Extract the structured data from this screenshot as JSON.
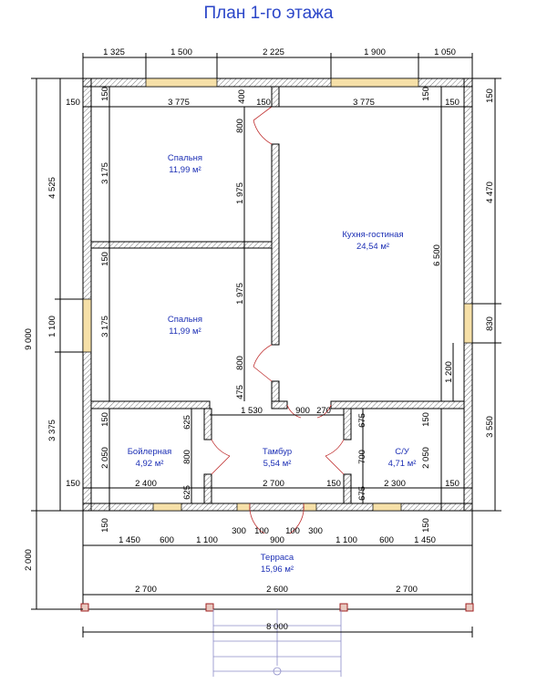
{
  "title": "План 1-го этажа",
  "top_dims": [
    "1 325",
    "1 500",
    "2 225",
    "1 900",
    "1 050"
  ],
  "left_dims": {
    "total": "9 000",
    "a": "4 525",
    "b": "1 100",
    "c": "3 375",
    "terrace": "2 000"
  },
  "right_dims": {
    "a": "4 470",
    "b": "830",
    "c": "3 550",
    "wall_top": "150"
  },
  "inner_dims": {
    "bed1_width": "3 775",
    "living_width": "3 775",
    "wall150": "150",
    "d400": "400",
    "bed1_height": "3 175",
    "bed2_height": "3 175",
    "door800": "800",
    "d1975": "1 975",
    "living_height": "6 500",
    "d1200": "1 200",
    "d475": "475",
    "d1530": "1 530",
    "d900": "900",
    "d270": "270",
    "d625": "625",
    "boiler_height": "2 050",
    "boiler_width": "2 400",
    "vest_width": "2 700",
    "wc_width": "2 300",
    "wc_height": "2 050",
    "d675": "675",
    "d700": "700"
  },
  "terrace_dims": [
    "1 450",
    "600",
    "1 100",
    "300",
    "100",
    "900",
    "100",
    "300",
    "1 100",
    "600",
    "1 450"
  ],
  "bottom_dims": [
    "2 700",
    "2 600",
    "2 700"
  ],
  "total_width": "8 000",
  "rooms": [
    {
      "name": "Спальня",
      "area": "11,99 м²"
    },
    {
      "name": "Спальня",
      "area": "11,99 м²"
    },
    {
      "name": "Кухня-гостиная",
      "area": "24,54 м²"
    },
    {
      "name": "Бойлерная",
      "area": "4,92 м²"
    },
    {
      "name": "Тамбур",
      "area": "5,54 м²"
    },
    {
      "name": "С/У",
      "area": "4,71 м²"
    },
    {
      "name": "Терраса",
      "area": "15,96 м²"
    }
  ]
}
